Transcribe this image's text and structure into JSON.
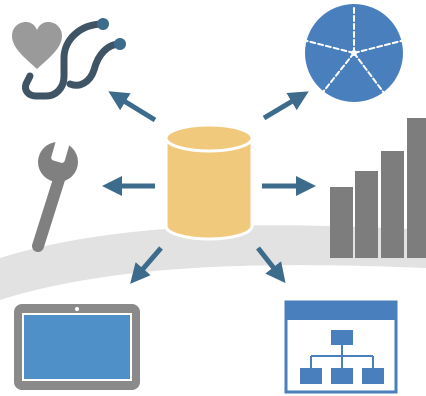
{
  "colors": {
    "background": "#ffffff",
    "swoosh": "#e2e2e2",
    "database_fill": "#f0c97c",
    "database_stroke": "#ffffff",
    "arrow": "#3d6b8c",
    "heart": "#9a9a9a",
    "stethoscope": "#3f5565",
    "stethoscope_dots": "#3d6b8c",
    "pie": "#4a7fbd",
    "pie_dividers": "#ffffff",
    "wrench": "#808080",
    "bars": "#7d7d7d",
    "tablet_frame": "#8a8a8a",
    "tablet_screen": "#5090c8",
    "org_window": "#4a7fbd",
    "org_nodes": "#4a7fbd"
  },
  "icons": [
    "database-icon",
    "heart-icon",
    "stethoscope-icon",
    "pie-chart-icon",
    "wrench-icon",
    "bar-chart-icon",
    "tablet-icon",
    "org-chart-window-icon"
  ],
  "bar_chart_levels": [
    0.51,
    0.63,
    0.77,
    1.0
  ]
}
